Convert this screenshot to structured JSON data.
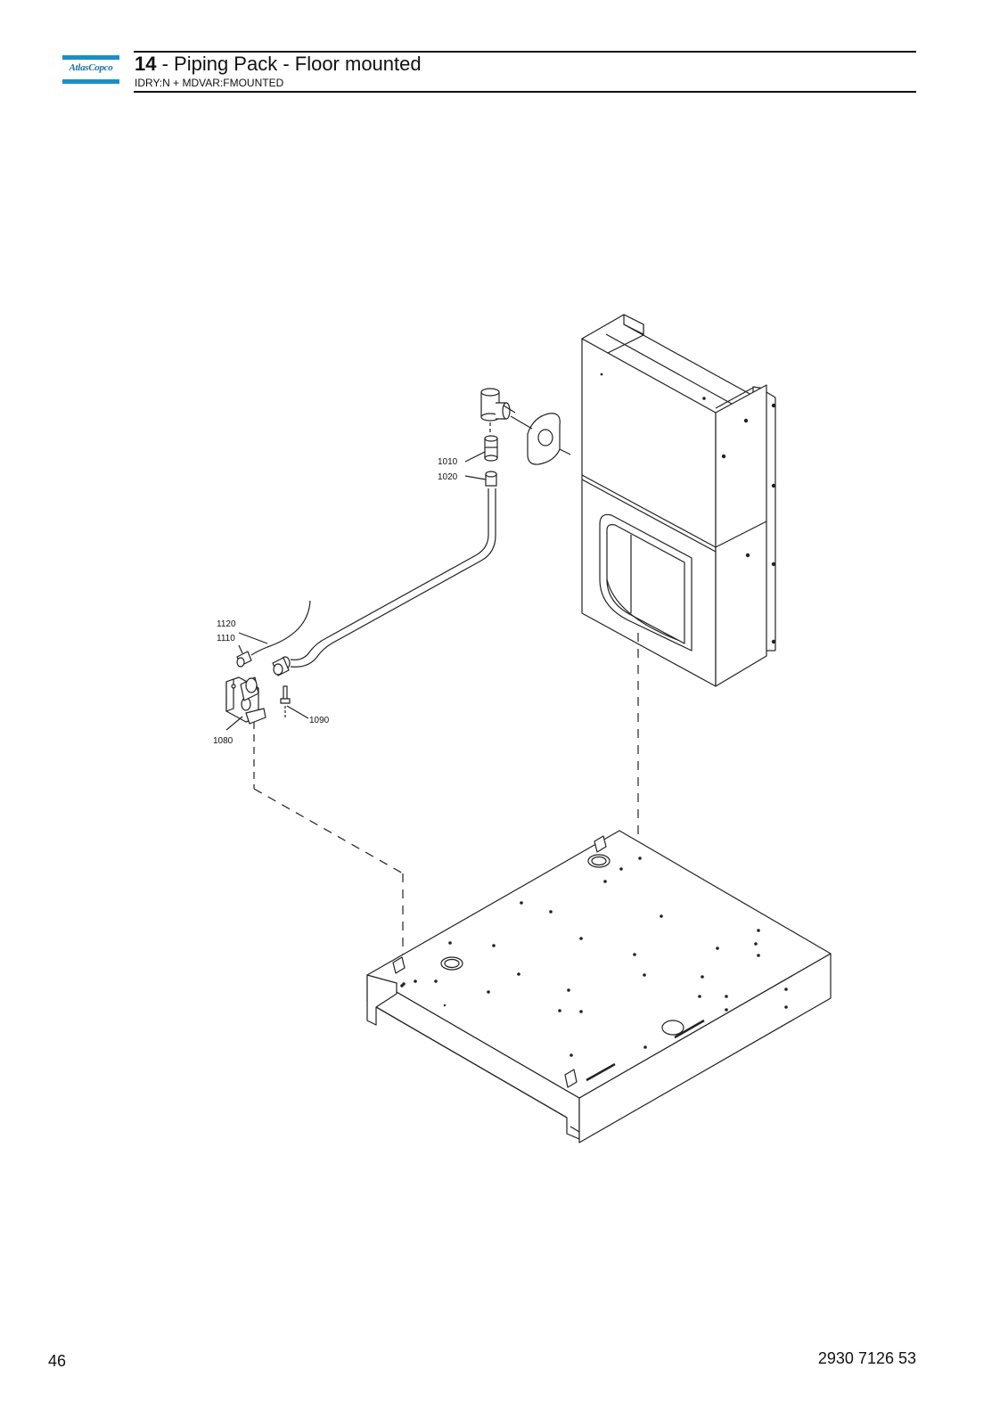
{
  "header": {
    "logo_text": "AtlasCopco",
    "section_number": "14",
    "section_title": " - Piping Pack - Floor mounted",
    "subtitle": "IDRY:N + MDVAR:FMOUNTED"
  },
  "callouts": {
    "c1010": "1010",
    "c1020": "1020",
    "c1120": "1120",
    "c1110": "1110",
    "c1080": "1080",
    "c1090": "1090"
  },
  "footer": {
    "page_number": "46",
    "document_number": "2930 7126 53"
  },
  "colors": {
    "brand_blue": "#1a8fc4",
    "line": "#222222"
  }
}
